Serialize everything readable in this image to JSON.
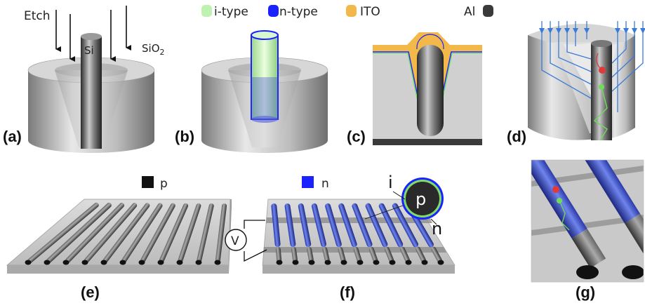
{
  "panels": {
    "a": "(a)",
    "b": "(b)",
    "c": "(c)",
    "d": "(d)",
    "e": "(e)",
    "f": "(f)",
    "g": "(g)"
  },
  "panel_a": {
    "etch": "Etch",
    "si": "Si",
    "sio2_base": "SiO",
    "sio2_sub": "2"
  },
  "legend_top": {
    "i_type": "i-type",
    "n_type": "n-type",
    "ito": "ITO",
    "al": "Al"
  },
  "legend_e": {
    "p": "p"
  },
  "legend_f": {
    "n": "n",
    "i": "i",
    "p_circle": "p",
    "n_label": "n",
    "voltmeter": "V"
  },
  "colors": {
    "i_type": "#bff2b0",
    "n_type": "#1a22ff",
    "ito": "#f2b94a",
    "al": "#3a3a3a",
    "p": "#111111",
    "rod_blue": "#3f55c8",
    "field_line": "#3b7bd8"
  }
}
